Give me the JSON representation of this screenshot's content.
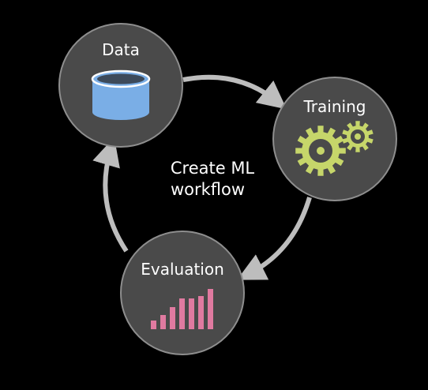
{
  "center": {
    "line1": "Create ML",
    "line2": "workflow"
  },
  "nodes": {
    "data": {
      "label": "Data",
      "icon": "database-icon"
    },
    "training": {
      "label": "Training",
      "icon": "gears-icon"
    },
    "evaluation": {
      "label": "Evaluation",
      "icon": "bar-chart-icon"
    }
  },
  "colors": {
    "background": "#000000",
    "node_fill": "#4a4a4a",
    "node_stroke": "#8e8e8e",
    "arrow": "#bdbdbd",
    "database": "#7aaee6",
    "gears": "#c6d66a",
    "bars": "#e07aa0"
  }
}
